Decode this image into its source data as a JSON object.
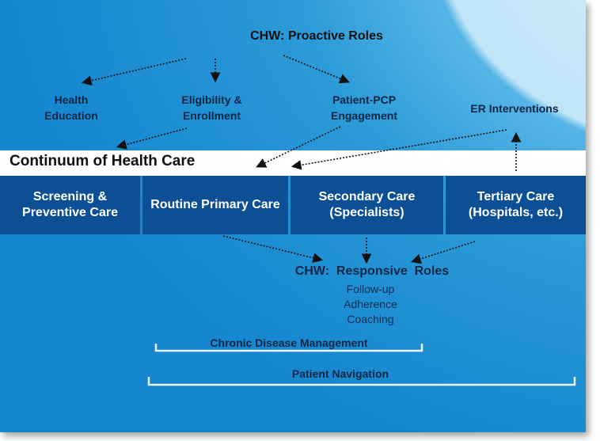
{
  "proactive": {
    "title": "CHW: Proactive Roles",
    "items": [
      "Health Education",
      "Eligibility & Enrollment",
      "Patient-PCP Engagement"
    ],
    "er": "ER Interventions"
  },
  "continuum": {
    "title": "Continuum of Health Care",
    "stages": [
      "Screening & Preventive Care",
      "Routine Primary Care",
      "Secondary Care (Specialists)",
      "Tertiary Care (Hospitals, etc.)"
    ]
  },
  "responsive": {
    "title": "CHW:  Responsive  Roles",
    "items": [
      "Follow-up",
      "Adherence",
      "Coaching"
    ]
  },
  "brackets": {
    "chronic": "Chronic Disease Management",
    "navigation": "Patient Navigation"
  },
  "colors": {
    "stage_box": "#0d4f95",
    "text": "#0f2644"
  }
}
